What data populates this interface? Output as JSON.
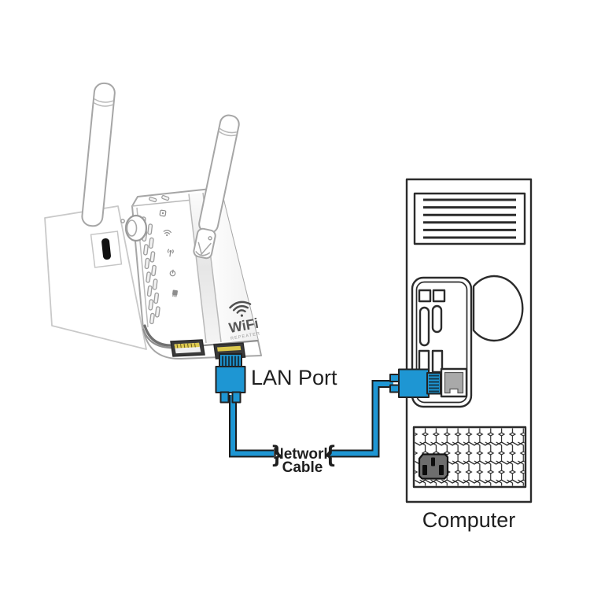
{
  "diagram": {
    "title_hint": "wifi-repeater-to-computer-connection",
    "device": {
      "logo_wifi": "WiFi",
      "logo_repeater": "REPEATER",
      "led_icons": [
        "range-led-icon",
        "wifi-led-icon",
        "signal-led-icon",
        "power-led-icon",
        "ethernet-led-icon"
      ]
    },
    "labels": {
      "lan_port": "LAN Port",
      "cable_line1": "Network",
      "cable_line2": "Cable",
      "cable_brace_left": "}",
      "cable_brace_right": "{",
      "computer": "Computer"
    },
    "colors": {
      "cable_blue": "#1E96D3",
      "outline_dark": "#262626",
      "pin_gold": "#DCC94E",
      "port_gray": "#A9A9A9",
      "inlet_gray": "#6E6E6E",
      "label_black": "#1F1F1F"
    }
  }
}
